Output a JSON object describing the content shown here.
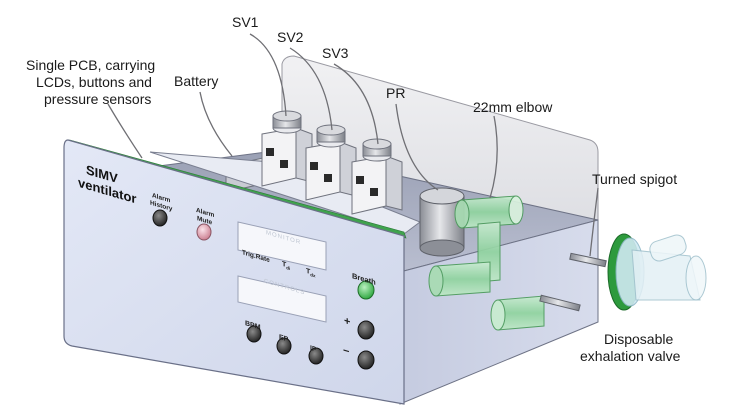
{
  "labels": {
    "pcb": [
      "Single PCB, carrying",
      "LCDs, buttons and",
      "pressure sensors"
    ],
    "battery": "Battery",
    "sv1": "SV1",
    "sv2": "SV2",
    "sv3": "SV3",
    "pr": "PR",
    "elbow": "22mm elbow",
    "spigot": "Turned spigot",
    "valve": [
      "Disposable",
      "exhalation valve"
    ]
  },
  "panel": {
    "title": [
      "SIMV",
      "ventilator"
    ],
    "alarm_history": [
      "Alarm",
      "History"
    ],
    "alarm_mute": [
      "Alarm",
      "Mute"
    ],
    "monitor": "MONITOR",
    "controls": "CONTROLS",
    "trig_rate": "Trig.Rate",
    "t_di": "T",
    "t_di_sub": "di",
    "t_dx": "T",
    "t_dx_sub": "dx",
    "breath": "Breath",
    "bpm": "BPM",
    "ep": "EP",
    "ip": "IP",
    "plus": "+",
    "minus": "−"
  },
  "colors": {
    "pcb_green": "#3fa34d",
    "breath_led": "#3cc04a",
    "mute_led": "#e8a7b4",
    "tube_green": "#9ed8a8"
  }
}
